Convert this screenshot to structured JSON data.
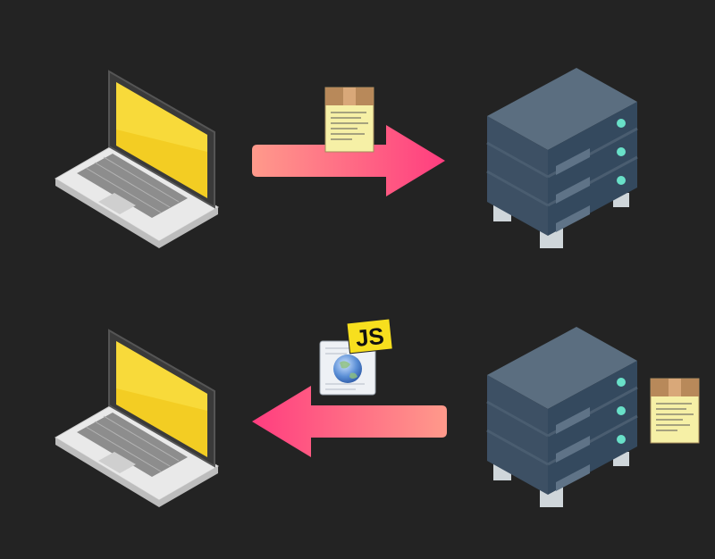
{
  "diagram": {
    "rows": [
      {
        "client": {
          "icon": "laptop-icon"
        },
        "arrow": {
          "direction": "to-server",
          "gradient_from": "#ff9a8b",
          "gradient_to": "#ff3d7f"
        },
        "payload": {
          "icon": "package-document-icon"
        },
        "server": {
          "icon": "server-rack-icon",
          "attachment": null
        }
      },
      {
        "client": {
          "icon": "laptop-icon"
        },
        "arrow": {
          "direction": "to-client",
          "gradient_from": "#ff9a8b",
          "gradient_to": "#ff3d7f"
        },
        "payload": {
          "icon": "web-page-icon",
          "badge_text": "JS",
          "badge_color": "#f7df1e"
        },
        "server": {
          "icon": "server-rack-icon",
          "attachment": {
            "icon": "package-document-icon"
          }
        }
      }
    ]
  }
}
